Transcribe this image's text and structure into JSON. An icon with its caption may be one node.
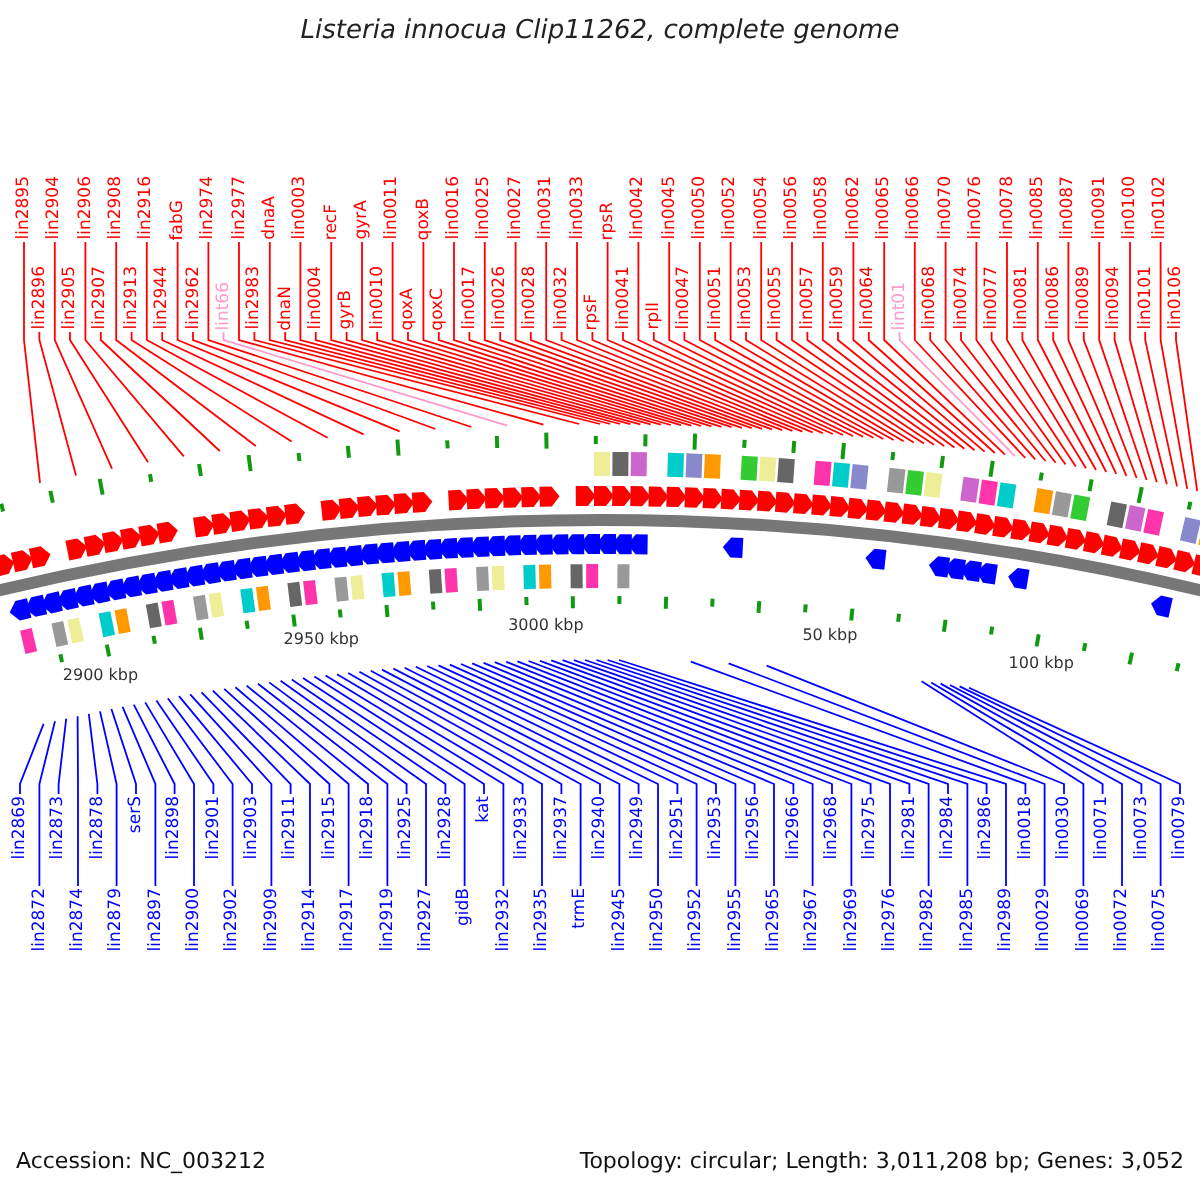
{
  "diagram": {
    "title": "Listeria innocua Clip11262, complete genome",
    "nodes": [
      {
        "text": [
          "lin2895"
        ]
      },
      {
        "text": [
          "lin2896"
        ]
      },
      {
        "text": [
          "lin2904"
        ]
      },
      {
        "text": [
          "lin2905"
        ]
      },
      {
        "text": [
          "lin2906"
        ]
      },
      {
        "text": [
          "lin2907"
        ]
      },
      {
        "text": [
          "lin2908"
        ]
      },
      {
        "text": [
          "lin2913"
        ]
      },
      {
        "text": [
          "lin2916"
        ]
      },
      {
        "text": [
          "lin2944"
        ]
      },
      {
        "text": [
          "fabG"
        ]
      },
      {
        "text": [
          "lin2962"
        ]
      },
      {
        "text": [
          "lin2974"
        ]
      },
      {
        "text": [
          "lint66"
        ]
      },
      {
        "text": [
          "lin2977"
        ]
      },
      {
        "text": [
          "lin2983"
        ]
      },
      {
        "text": [
          "dnaA"
        ]
      },
      {
        "text": [
          "dnaN"
        ]
      },
      {
        "text": [
          "lin0003"
        ]
      },
      {
        "text": [
          "lin0004"
        ]
      },
      {
        "text": [
          "recF"
        ]
      },
      {
        "text": [
          "gyrB"
        ]
      },
      {
        "text": [
          "gyrA"
        ]
      },
      {
        "text": [
          "lin0010"
        ]
      },
      {
        "text": [
          "lin0011"
        ]
      },
      {
        "text": [
          "qoxA"
        ]
      },
      {
        "text": [
          "qoxB"
        ]
      },
      {
        "text": [
          "qoxC"
        ]
      },
      {
        "text": [
          "lin0016"
        ]
      },
      {
        "text": [
          "lin0017"
        ]
      },
      {
        "text": [
          "lin0025"
        ]
      },
      {
        "text": [
          "lin0026"
        ]
      },
      {
        "text": [
          "lin0027"
        ]
      },
      {
        "text": [
          "lin0028"
        ]
      },
      {
        "text": [
          "lin0031"
        ]
      },
      {
        "text": [
          "lin0032"
        ]
      },
      {
        "text": [
          "lin0033"
        ]
      },
      {
        "text": [
          "rpsF"
        ]
      },
      {
        "text": [
          "rpsR"
        ]
      },
      {
        "text": [
          "lin0041"
        ]
      },
      {
        "text": [
          "lin0042"
        ]
      },
      {
        "text": [
          "rplI"
        ]
      },
      {
        "text": [
          "lin0045"
        ]
      },
      {
        "text": [
          "lin0047"
        ]
      },
      {
        "text": [
          "lin0050"
        ]
      },
      {
        "text": [
          "lin0051"
        ]
      },
      {
        "text": [
          "lin0052"
        ]
      },
      {
        "text": [
          "lin0053"
        ]
      },
      {
        "text": [
          "lin0054"
        ]
      },
      {
        "text": [
          "lin0055"
        ]
      },
      {
        "text": [
          "lin0056"
        ]
      },
      {
        "text": [
          "lin0057"
        ]
      },
      {
        "text": [
          "lin0058"
        ]
      },
      {
        "text": [
          "lin0059"
        ]
      },
      {
        "text": [
          "lin0062"
        ]
      },
      {
        "text": [
          "lin0064"
        ]
      },
      {
        "text": [
          "lin0065"
        ]
      },
      {
        "text": [
          "lint01"
        ]
      },
      {
        "text": [
          "lin0066"
        ]
      },
      {
        "text": [
          "lin0068"
        ]
      },
      {
        "text": [
          "lin0070"
        ]
      },
      {
        "text": [
          "lin0074"
        ]
      },
      {
        "text": [
          "lin0076"
        ]
      },
      {
        "text": [
          "lin0077"
        ]
      },
      {
        "text": [
          "lin0078"
        ]
      },
      {
        "text": [
          "lin0081"
        ]
      },
      {
        "text": [
          "lin0085"
        ]
      },
      {
        "text": [
          "lin0086"
        ]
      },
      {
        "text": [
          "lin0087"
        ]
      },
      {
        "text": [
          "lin0089"
        ]
      },
      {
        "text": [
          "lin0091"
        ]
      },
      {
        "text": [
          "lin0094"
        ]
      },
      {
        "text": [
          "lin0100"
        ]
      },
      {
        "text": [
          "lin0101"
        ]
      },
      {
        "text": [
          "lin0102"
        ]
      },
      {
        "text": [
          "lin0106"
        ]
      },
      {
        "text": [
          "lin2869"
        ]
      },
      {
        "text": [
          "lin2872"
        ]
      },
      {
        "text": [
          "lin2873"
        ]
      },
      {
        "text": [
          "lin2874"
        ]
      },
      {
        "text": [
          "lin2878"
        ]
      },
      {
        "text": [
          "lin2879"
        ]
      },
      {
        "text": [
          "serS"
        ]
      },
      {
        "text": [
          "lin2897"
        ]
      },
      {
        "text": [
          "lin2898"
        ]
      },
      {
        "text": [
          "lin2900"
        ]
      },
      {
        "text": [
          "lin2901"
        ]
      },
      {
        "text": [
          "lin2902"
        ]
      },
      {
        "text": [
          "lin2903"
        ]
      },
      {
        "text": [
          "lin2909"
        ]
      },
      {
        "text": [
          "lin2911"
        ]
      },
      {
        "text": [
          "lin2914"
        ]
      },
      {
        "text": [
          "lin2915"
        ]
      },
      {
        "text": [
          "lin2917"
        ]
      },
      {
        "text": [
          "lin2918"
        ]
      },
      {
        "text": [
          "lin2919"
        ]
      },
      {
        "text": [
          "lin2925"
        ]
      },
      {
        "text": [
          "lin2927"
        ]
      },
      {
        "text": [
          "lin2928"
        ]
      },
      {
        "text": [
          "gidB"
        ]
      },
      {
        "text": [
          "kat"
        ]
      },
      {
        "text": [
          "lin2932"
        ]
      },
      {
        "text": [
          "lin2933"
        ]
      },
      {
        "text": [
          "lin2935"
        ]
      },
      {
        "text": [
          "lin2937"
        ]
      },
      {
        "text": [
          "trmE"
        ]
      },
      {
        "text": [
          "lin2940"
        ]
      },
      {
        "text": [
          "lin2945"
        ]
      },
      {
        "text": [
          "lin2949"
        ]
      },
      {
        "text": [
          "lin2950"
        ]
      },
      {
        "text": [
          "lin2951"
        ]
      },
      {
        "text": [
          "lin2952"
        ]
      },
      {
        "text": [
          "lin2953"
        ]
      },
      {
        "text": [
          "lin2955"
        ]
      },
      {
        "text": [
          "lin2956"
        ]
      },
      {
        "text": [
          "lin2965"
        ]
      },
      {
        "text": [
          "lin2966"
        ]
      },
      {
        "text": [
          "lin2967"
        ]
      },
      {
        "text": [
          "lin2968"
        ]
      },
      {
        "text": [
          "lin2969"
        ]
      },
      {
        "text": [
          "lin2975"
        ]
      },
      {
        "text": [
          "lin2976"
        ]
      },
      {
        "text": [
          "lin2981"
        ]
      },
      {
        "text": [
          "lin2982"
        ]
      },
      {
        "text": [
          "lin2984"
        ]
      },
      {
        "text": [
          "lin2985"
        ]
      },
      {
        "text": [
          "lin2986"
        ]
      },
      {
        "text": [
          "lin2989"
        ]
      },
      {
        "text": [
          "lin0018"
        ]
      },
      {
        "text": [
          "lin0029"
        ]
      },
      {
        "text": [
          "lin0030"
        ]
      },
      {
        "text": [
          "lin0069"
        ]
      },
      {
        "text": [
          "lin0071"
        ]
      },
      {
        "text": [
          "lin0072"
        ]
      },
      {
        "text": [
          "lin0073"
        ]
      },
      {
        "text": [
          "lin0075"
        ]
      },
      {
        "text": [
          "lin0079"
        ]
      }
    ],
    "edges": [
      {
        "from": 0,
        "to": null,
        "arrow": "none"
      },
      {
        "from": 1,
        "to": null,
        "arrow": "none"
      },
      {
        "from": 2,
        "to": null,
        "arrow": "none"
      },
      {
        "from": 3,
        "to": null,
        "arrow": "none"
      },
      {
        "from": 4,
        "to": null,
        "arrow": "none"
      },
      {
        "from": 5,
        "to": null,
        "arrow": "none"
      },
      {
        "from": 6,
        "to": null,
        "arrow": "none"
      },
      {
        "from": 7,
        "to": null,
        "arrow": "none"
      },
      {
        "from": 8,
        "to": null,
        "arrow": "none"
      },
      {
        "from": 9,
        "to": null,
        "arrow": "none"
      },
      {
        "from": 10,
        "to": null,
        "arrow": "none"
      },
      {
        "from": 11,
        "to": null,
        "arrow": "none"
      },
      {
        "from": 12,
        "to": null,
        "arrow": "none"
      },
      {
        "from": 13,
        "to": null,
        "arrow": "none",
        "color": "#ff99cc"
      },
      {
        "from": 14,
        "to": null,
        "arrow": "none"
      },
      {
        "from": 15,
        "to": null,
        "arrow": "none"
      },
      {
        "from": 16,
        "to": null,
        "arrow": "none"
      },
      {
        "from": 17,
        "to": null,
        "arrow": "none"
      },
      {
        "from": 18,
        "to": null,
        "arrow": "none"
      },
      {
        "from": 19,
        "to": null,
        "arrow": "none"
      },
      {
        "from": 20,
        "to": null,
        "arrow": "none"
      },
      {
        "from": 21,
        "to": null,
        "arrow": "none"
      },
      {
        "from": 22,
        "to": null,
        "arrow": "none"
      },
      {
        "from": 23,
        "to": null,
        "arrow": "none"
      },
      {
        "from": 24,
        "to": null,
        "arrow": "none"
      },
      {
        "from": 25,
        "to": null,
        "arrow": "none"
      },
      {
        "from": 26,
        "to": null,
        "arrow": "none"
      },
      {
        "from": 27,
        "to": null,
        "arrow": "none"
      },
      {
        "from": 28,
        "to": null,
        "arrow": "none"
      },
      {
        "from": 29,
        "to": null,
        "arrow": "none"
      },
      {
        "from": 30,
        "to": null,
        "arrow": "none"
      },
      {
        "from": 31,
        "to": null,
        "arrow": "none"
      },
      {
        "from": 32,
        "to": null,
        "arrow": "none"
      },
      {
        "from": 33,
        "to": null,
        "arrow": "none"
      },
      {
        "from": 34,
        "to": null,
        "arrow": "none"
      },
      {
        "from": 35,
        "to": null,
        "arrow": "none"
      },
      {
        "from": 36,
        "to": null,
        "arrow": "none"
      },
      {
        "from": 37,
        "to": null,
        "arrow": "none"
      },
      {
        "from": 38,
        "to": null,
        "arrow": "none"
      },
      {
        "from": 39,
        "to": null,
        "arrow": "none"
      },
      {
        "from": 40,
        "to": null,
        "arrow": "none"
      },
      {
        "from": 41,
        "to": null,
        "arrow": "none"
      },
      {
        "from": 42,
        "to": null,
        "arrow": "none"
      },
      {
        "from": 43,
        "to": null,
        "arrow": "none"
      },
      {
        "from": 44,
        "to": null,
        "arrow": "none"
      },
      {
        "from": 45,
        "to": null,
        "arrow": "none"
      },
      {
        "from": 46,
        "to": null,
        "arrow": "none"
      },
      {
        "from": 47,
        "to": null,
        "arrow": "none"
      },
      {
        "from": 48,
        "to": null,
        "arrow": "none"
      },
      {
        "from": 49,
        "to": null,
        "arrow": "none"
      },
      {
        "from": 50,
        "to": null,
        "arrow": "none"
      },
      {
        "from": 51,
        "to": null,
        "arrow": "none"
      },
      {
        "from": 52,
        "to": null,
        "arrow": "none"
      },
      {
        "from": 53,
        "to": null,
        "arrow": "none"
      },
      {
        "from": 54,
        "to": null,
        "arrow": "none"
      },
      {
        "from": 55,
        "to": null,
        "arrow": "none"
      },
      {
        "from": 56,
        "to": null,
        "arrow": "none"
      },
      {
        "from": 57,
        "to": null,
        "arrow": "none",
        "color": "#ff99cc"
      },
      {
        "from": 58,
        "to": null,
        "arrow": "none"
      },
      {
        "from": 59,
        "to": null,
        "arrow": "none"
      },
      {
        "from": 60,
        "to": null,
        "arrow": "none"
      },
      {
        "from": 61,
        "to": null,
        "arrow": "none"
      },
      {
        "from": 62,
        "to": null,
        "arrow": "none"
      },
      {
        "from": 63,
        "to": null,
        "arrow": "none"
      },
      {
        "from": 64,
        "to": null,
        "arrow": "none"
      },
      {
        "from": 65,
        "to": null,
        "arrow": "none"
      },
      {
        "from": 66,
        "to": null,
        "arrow": "none"
      },
      {
        "from": 67,
        "to": null,
        "arrow": "none"
      },
      {
        "from": 68,
        "to": null,
        "arrow": "none"
      },
      {
        "from": 69,
        "to": null,
        "arrow": "none"
      },
      {
        "from": 70,
        "to": null,
        "arrow": "none"
      },
      {
        "from": 71,
        "to": null,
        "arrow": "none"
      },
      {
        "from": 72,
        "to": null,
        "arrow": "none"
      },
      {
        "from": 73,
        "to": null,
        "arrow": "none"
      },
      {
        "from": 74,
        "to": null,
        "arrow": "none"
      },
      {
        "from": 75,
        "to": null,
        "arrow": "none"
      },
      {
        "from": 76,
        "to": null,
        "arrow": "none",
        "color": "#0000ff"
      },
      {
        "from": 77,
        "to": null,
        "arrow": "none",
        "color": "#0000ff"
      },
      {
        "from": 78,
        "to": null,
        "arrow": "none",
        "color": "#0000ff"
      },
      {
        "from": 79,
        "to": null,
        "arrow": "none",
        "color": "#0000ff"
      },
      {
        "from": 80,
        "to": null,
        "arrow": "none",
        "color": "#0000ff"
      },
      {
        "from": 81,
        "to": null,
        "arrow": "none",
        "color": "#0000ff"
      },
      {
        "from": 82,
        "to": null,
        "arrow": "none",
        "color": "#0000ff"
      },
      {
        "from": 83,
        "to": null,
        "arrow": "none",
        "color": "#0000ff"
      },
      {
        "from": 84,
        "to": null,
        "arrow": "none",
        "color": "#0000ff"
      },
      {
        "from": 85,
        "to": null,
        "arrow": "none",
        "color": "#0000ff"
      },
      {
        "from": 86,
        "to": null,
        "arrow": "none",
        "color": "#0000ff"
      },
      {
        "from": 87,
        "to": null,
        "arrow": "none",
        "color": "#0000ff"
      },
      {
        "from": 88,
        "to": null,
        "arrow": "none",
        "color": "#0000ff"
      },
      {
        "from": 89,
        "to": null,
        "arrow": "none",
        "color": "#0000ff"
      },
      {
        "from": 90,
        "to": null,
        "arrow": "none",
        "color": "#0000ff"
      },
      {
        "from": 91,
        "to": null,
        "arrow": "none",
        "color": "#0000ff"
      },
      {
        "from": 92,
        "to": null,
        "arrow": "none",
        "color": "#0000ff"
      },
      {
        "from": 93,
        "to": null,
        "arrow": "none",
        "color": "#0000ff"
      },
      {
        "from": 94,
        "to": null,
        "arrow": "none",
        "color": "#0000ff"
      },
      {
        "from": 95,
        "to": null,
        "arrow": "none",
        "color": "#0000ff"
      },
      {
        "from": 96,
        "to": null,
        "arrow": "none",
        "color": "#0000ff"
      },
      {
        "from": 97,
        "to": null,
        "arrow": "none",
        "color": "#0000ff"
      },
      {
        "from": 98,
        "to": null,
        "arrow": "none",
        "color": "#0000ff"
      },
      {
        "from": 99,
        "to": null,
        "arrow": "none",
        "color": "#0000ff"
      },
      {
        "from": 100,
        "to": null,
        "arrow": "none",
        "color": "#0000ff"
      },
      {
        "from": 101,
        "to": null,
        "arrow": "none",
        "color": "#0000ff"
      },
      {
        "from": 102,
        "to": null,
        "arrow": "none",
        "color": "#0000ff"
      },
      {
        "from": 103,
        "to": null,
        "arrow": "none",
        "color": "#0000ff"
      },
      {
        "from": 104,
        "to": null,
        "arrow": "none",
        "color": "#0000ff"
      },
      {
        "from": 105,
        "to": null,
        "arrow": "none",
        "color": "#0000ff"
      },
      {
        "from": 106,
        "to": null,
        "arrow": "none",
        "color": "#0000ff"
      },
      {
        "from": 107,
        "to": null,
        "arrow": "none",
        "color": "#0000ff"
      },
      {
        "from": 108,
        "to": null,
        "arrow": "none",
        "color": "#0000ff"
      },
      {
        "from": 109,
        "to": null,
        "arrow": "none",
        "color": "#0000ff"
      },
      {
        "from": 110,
        "to": null,
        "arrow": "none",
        "color": "#0000ff"
      },
      {
        "from": 111,
        "to": null,
        "arrow": "none",
        "color": "#0000ff"
      },
      {
        "from": 112,
        "to": null,
        "arrow": "none",
        "color": "#0000ff"
      },
      {
        "from": 113,
        "to": null,
        "arrow": "none",
        "color": "#0000ff"
      },
      {
        "from": 114,
        "to": null,
        "arrow": "none",
        "color": "#0000ff"
      },
      {
        "from": 115,
        "to": null,
        "arrow": "none",
        "color": "#0000ff"
      },
      {
        "from": 116,
        "to": null,
        "arrow": "none",
        "color": "#0000ff"
      },
      {
        "from": 117,
        "to": null,
        "arrow": "none",
        "color": "#0000ff"
      },
      {
        "from": 118,
        "to": null,
        "arrow": "none",
        "color": "#0000ff"
      },
      {
        "from": 119,
        "to": null,
        "arrow": "none",
        "color": "#0000ff"
      },
      {
        "from": 120,
        "to": null,
        "arrow": "none",
        "color": "#0000ff"
      },
      {
        "from": 121,
        "to": null,
        "arrow": "none",
        "color": "#0000ff"
      },
      {
        "from": 122,
        "to": null,
        "arrow": "none",
        "color": "#0000ff"
      },
      {
        "from": 123,
        "to": null,
        "arrow": "none",
        "color": "#0000ff"
      },
      {
        "from": 124,
        "to": null,
        "arrow": "none",
        "color": "#0000ff"
      },
      {
        "from": 125,
        "to": null,
        "arrow": "none",
        "color": "#0000ff"
      },
      {
        "from": 126,
        "to": null,
        "arrow": "none",
        "color": "#0000ff"
      },
      {
        "from": 127,
        "to": null,
        "arrow": "none",
        "color": "#0000ff"
      },
      {
        "from": 128,
        "to": null,
        "arrow": "none",
        "color": "#0000ff"
      },
      {
        "from": 129,
        "to": null,
        "arrow": "none",
        "color": "#0000ff"
      },
      {
        "from": 130,
        "to": null,
        "arrow": "none",
        "color": "#0000ff"
      },
      {
        "from": 131,
        "to": null,
        "arrow": "none",
        "color": "#0000ff"
      },
      {
        "from": 132,
        "to": null,
        "arrow": "none",
        "color": "#0000ff"
      },
      {
        "from": 133,
        "to": null,
        "arrow": "none",
        "color": "#0000ff"
      },
      {
        "from": 134,
        "to": null,
        "arrow": "none",
        "color": "#0000ff"
      },
      {
        "from": 135,
        "to": null,
        "arrow": "none",
        "color": "#0000ff"
      },
      {
        "from": 136,
        "to": null,
        "arrow": "none",
        "color": "#0000ff"
      }
    ],
    "labels": [
      "2900 kbp",
      "2950 kbp",
      "3000 kbp",
      "50 kbp",
      "100 kbp",
      "Accession: NC_003212",
      "Topology: circular; Length: 3,011,208 bp; Genes: 3,052"
    ]
  }
}
